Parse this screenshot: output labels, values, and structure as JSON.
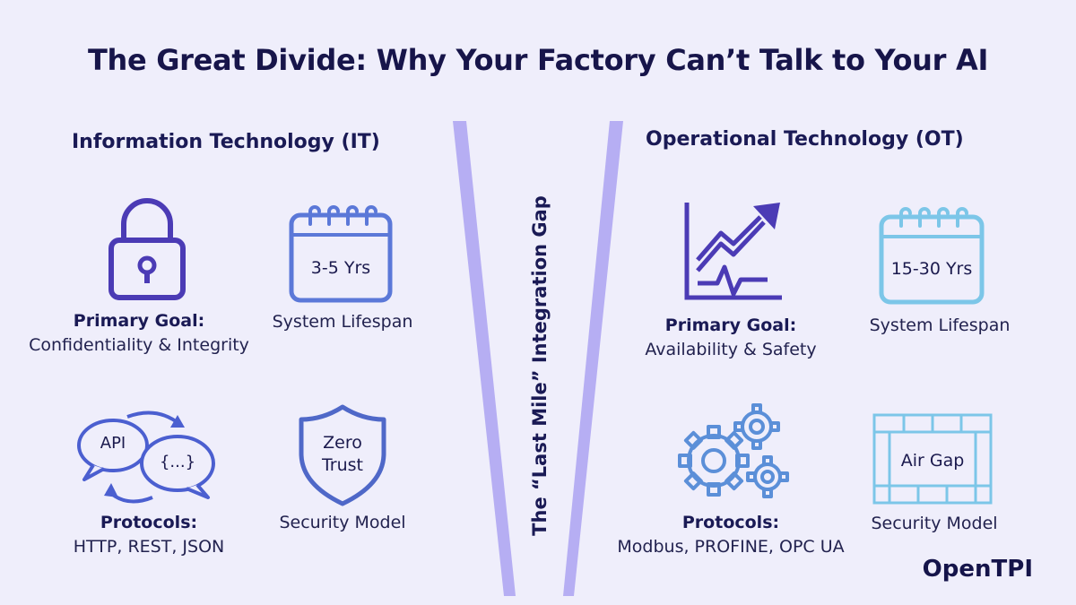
{
  "title": "The Great Divide: Why Your Factory Can’t Talk to Your AI",
  "gap_label": "The “Last Mile” Integration Gap",
  "brand": "OpenTPI",
  "colors": {
    "background": "#efeefb",
    "it_accent": "#4b3bb5",
    "it_blue": "#5b78d8",
    "ot_accent": "#4b3bb5",
    "ot_cyan": "#7cc6e8",
    "divider": "#b9b2f2"
  },
  "it": {
    "heading": "Information Technology (IT)",
    "goal": {
      "icon": "padlock-icon",
      "label": "Primary Goal:",
      "value": "Confidentiality & Integrity"
    },
    "lifespan": {
      "icon": "calendar-icon",
      "badge": "3-5 Yrs",
      "label": "System Lifespan"
    },
    "protocols": {
      "icon": "chat-bubbles-icon",
      "bubble_left": "API",
      "bubble_right": "{...}",
      "label": "Protocols:",
      "value": "HTTP, REST, JSON"
    },
    "security": {
      "icon": "shield-icon",
      "badge_line1": "Zero",
      "badge_line2": "Trust",
      "label": "Security Model"
    }
  },
  "ot": {
    "heading": "Operational Technology (OT)",
    "goal": {
      "icon": "trend-chart-icon",
      "label": "Primary Goal:",
      "value": "Availability & Safety"
    },
    "lifespan": {
      "icon": "calendar-icon",
      "badge": "15-30 Yrs",
      "label": "System Lifespan"
    },
    "protocols": {
      "icon": "gears-icon",
      "label": "Protocols:",
      "value": "Modbus, PROFINE, OPC UA"
    },
    "security": {
      "icon": "brick-wall-icon",
      "badge": "Air Gap",
      "label": "Security Model"
    }
  }
}
